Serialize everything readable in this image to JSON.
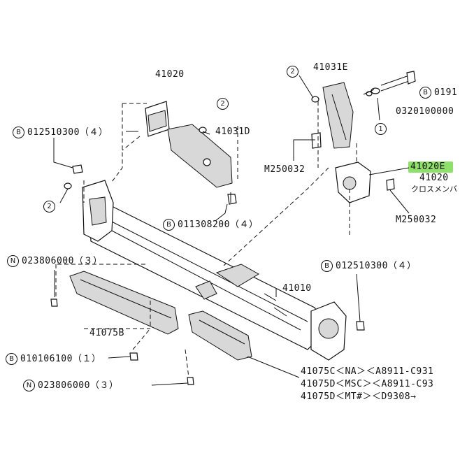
{
  "diagram": {
    "highlight_color": "#8ee06a",
    "refs": {
      "circle_2": "2",
      "circle_1": "1",
      "circle_b": "B",
      "circle_n": "N"
    },
    "labels": {
      "p41020": "41020",
      "p41031d": "41031D",
      "p41031e": "41031E",
      "p019": "0191",
      "p0320": "0320100000",
      "m250032_left": "M250032",
      "p41020e": "41020E",
      "p41020_sub": "41020",
      "crossmember": "クロスメンバ",
      "m250032_right": "M250032",
      "b012510300_top": "012510300（４）",
      "b011308200": "011308200（４）",
      "n023806000_top": "023806000（３）",
      "b012510300_right": "012510300（４）",
      "p41010": "41010",
      "p41075b": "41075B",
      "b010106100": "010106100（１）",
      "n023806000_bot": "023806000（３）",
      "p41075c": "41075C＜NA＞＜A8911-C931",
      "p41075d_msc": "41075D＜MSC＞＜A8911-C93",
      "p41075d_mt": "41075D＜MT#＞＜D9308→"
    }
  }
}
